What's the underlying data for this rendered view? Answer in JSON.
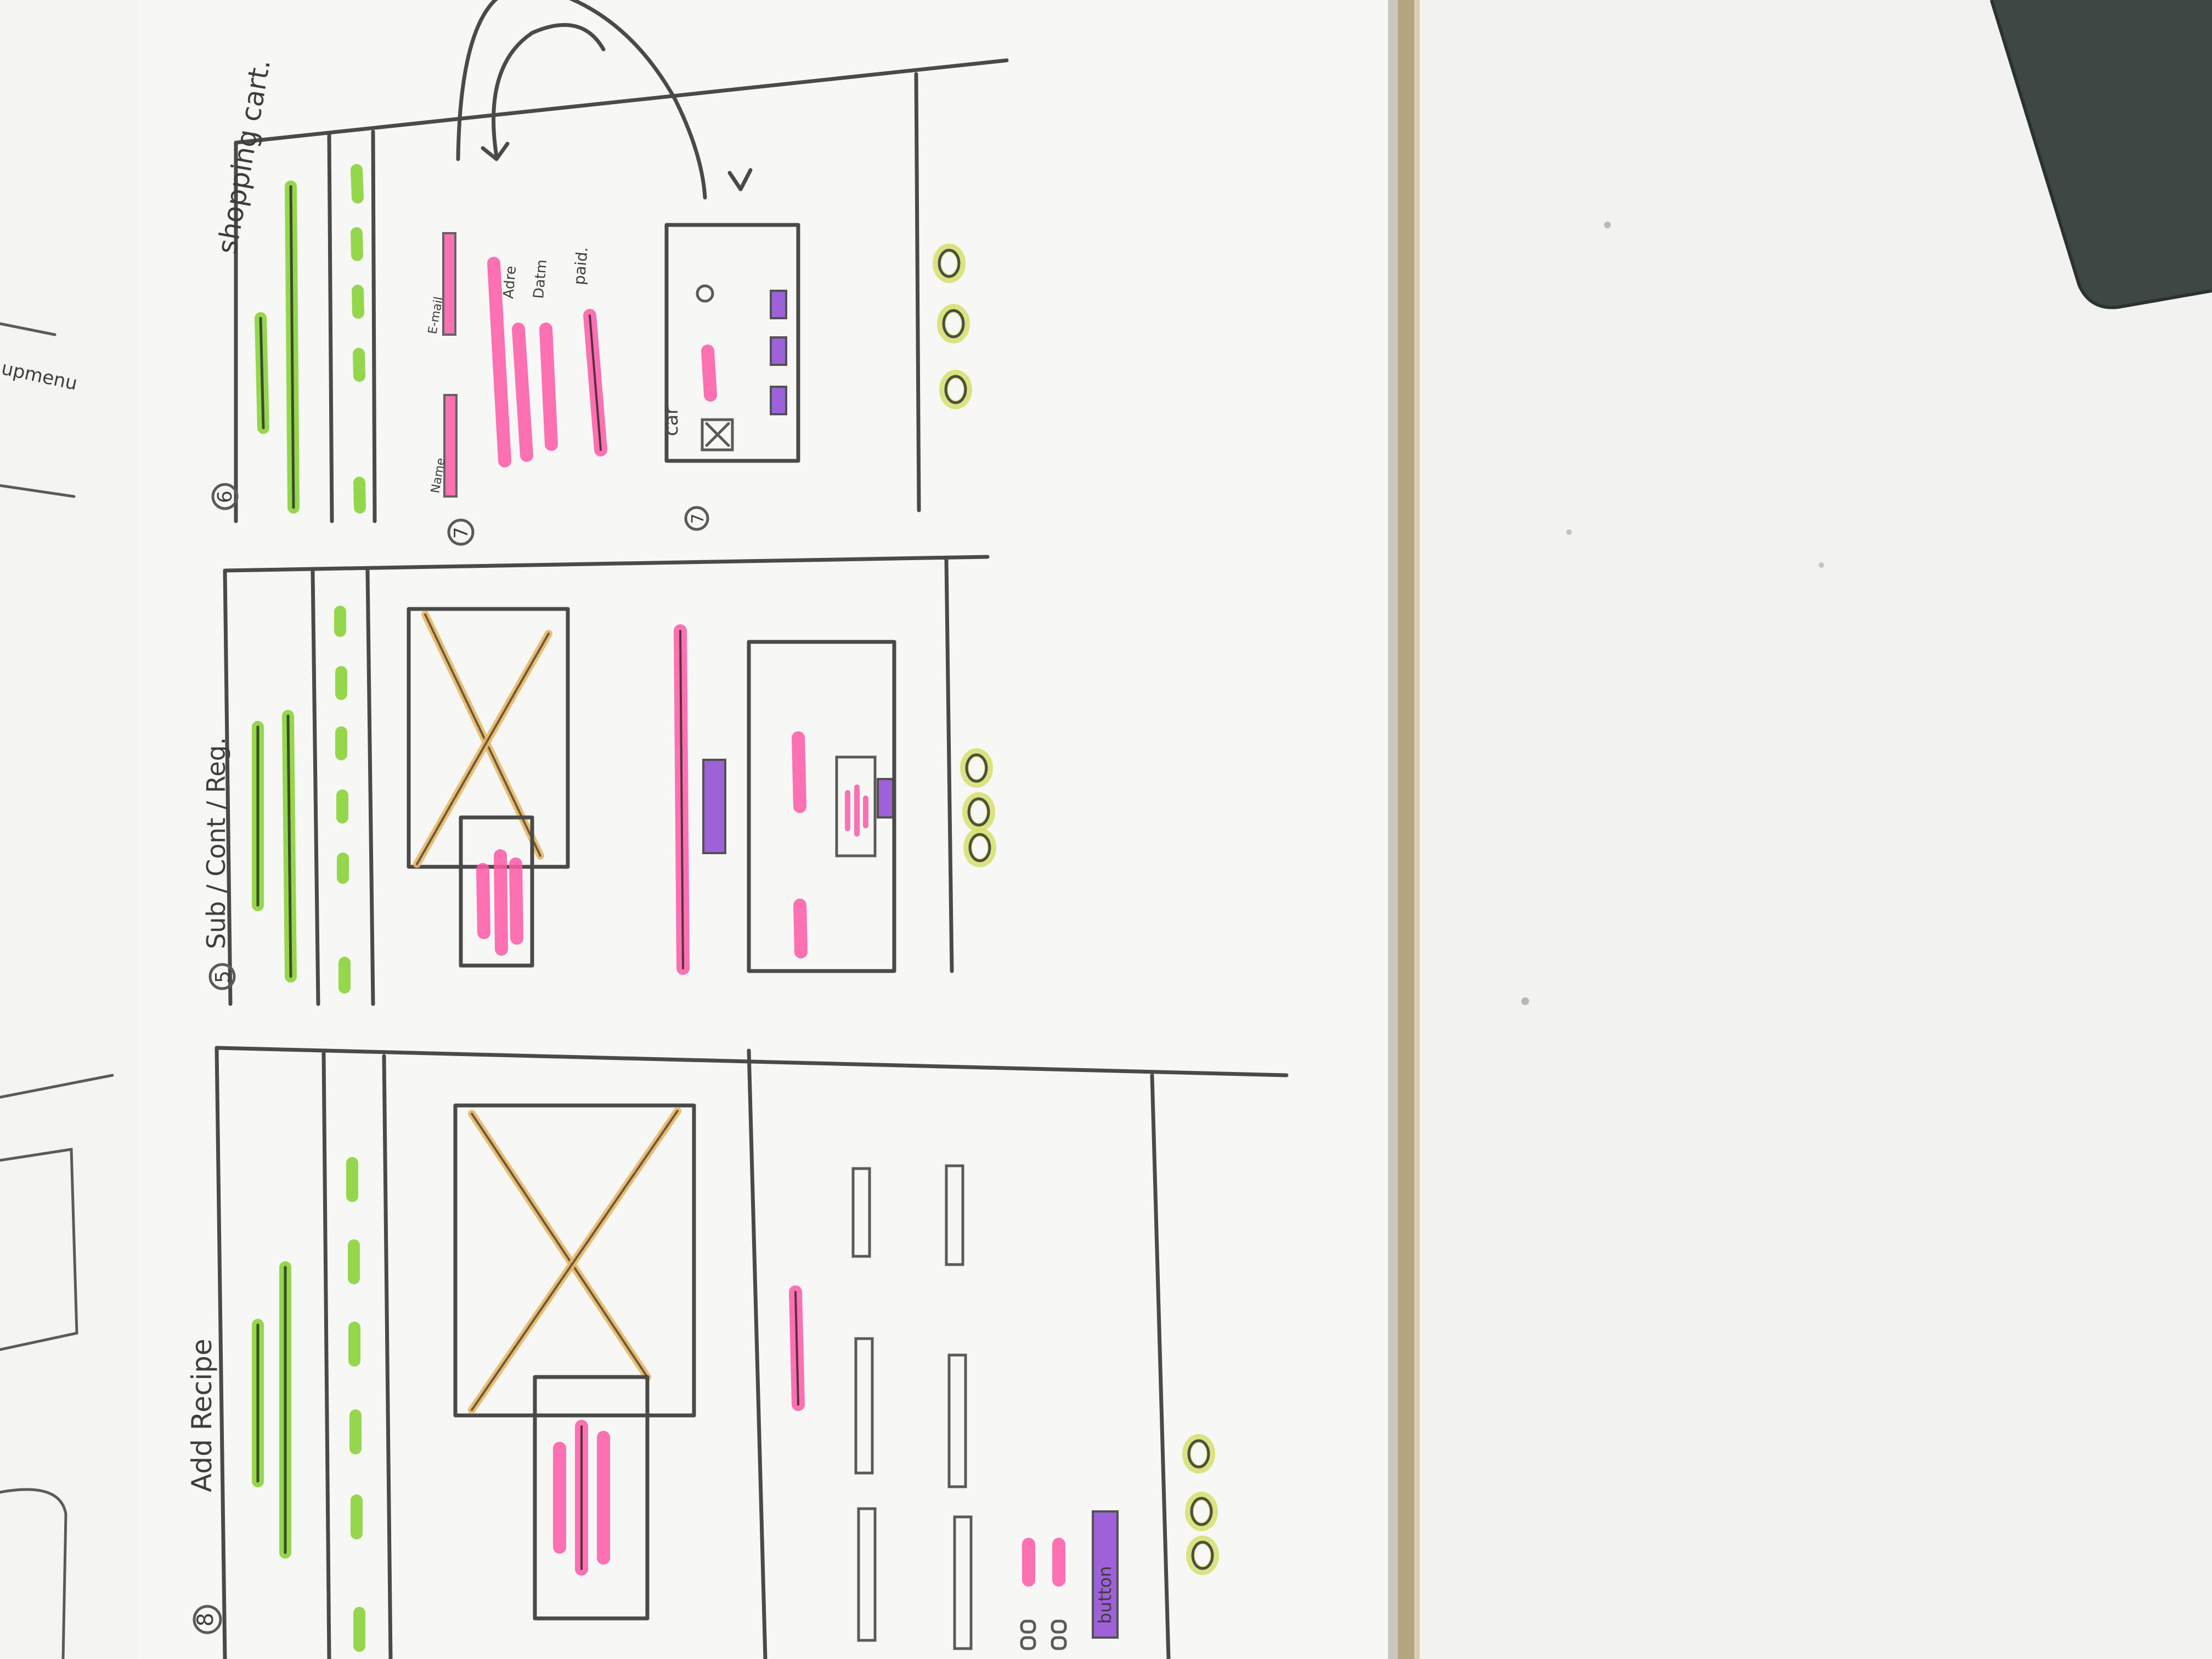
{
  "sketch": {
    "title": "",
    "screens": [
      {
        "number": "8",
        "label": "Add Recipe",
        "button_label": "button"
      },
      {
        "number": "5",
        "label": "Sub / Cont / Reg."
      },
      {
        "number": "6",
        "label": "shopping cart.",
        "form_number": "7",
        "form_fields": [
          "Name",
          "E-mail",
          "Adre",
          "Datm",
          "paid."
        ],
        "cart_number": "7",
        "cart_label": "car"
      }
    ],
    "left_page_fragment": "upmenu"
  },
  "colors": {
    "paper": "#f7f7f5",
    "ink": "#4a4a48",
    "green": "#8bd43a",
    "pink": "#ff5aa8",
    "purple": "#9a5ad6",
    "orange": "#e8b765",
    "yellow": "#d5df6a"
  },
  "icons": [
    "image-placeholder-icon",
    "pagination-dots-icon",
    "arrow-icon",
    "checkbox-icon"
  ]
}
